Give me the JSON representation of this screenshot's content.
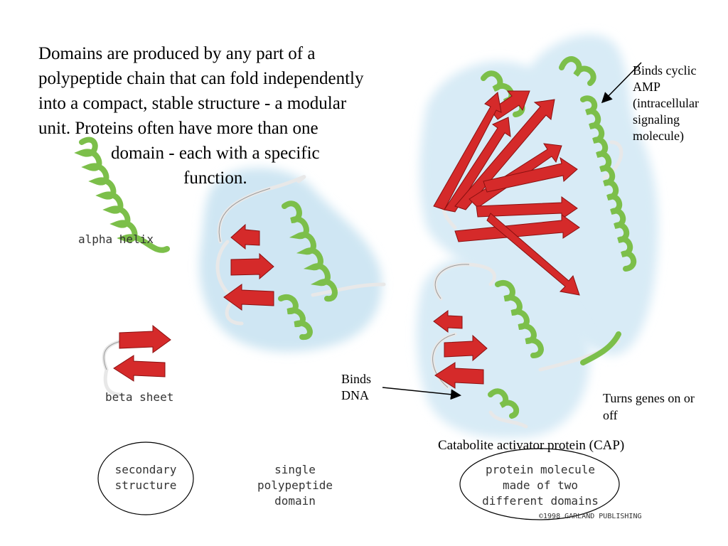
{
  "intro": {
    "line1": "Domains are produced by any part of a",
    "line2": "polypeptide chain that can fold independently",
    "line3": "into a compact, stable structure - a modular",
    "line4": "unit.  Proteins often have more than one",
    "line5": "domain - each with a specific",
    "line6": "function."
  },
  "labels": {
    "alpha_helix": "alpha helix",
    "beta_sheet": "beta sheet",
    "binds_camp": [
      "Binds cyclic",
      "AMP",
      "(intracellular",
      "signaling",
      "molecule)"
    ],
    "binds_dna": [
      "Binds",
      "DNA"
    ],
    "turns_genes": [
      "Turns genes on or",
      "off"
    ],
    "cap_title": "Catabolite activator protein (CAP)",
    "copyright": "©1998 GARLAND PUBLISHING"
  },
  "captions": {
    "secondary": [
      "secondary",
      "structure"
    ],
    "single": [
      "single",
      "polypeptide",
      "domain"
    ],
    "protein": [
      "protein molecule",
      "made of two",
      "different domains"
    ]
  },
  "colors": {
    "helix_green": "#7cbf4a",
    "strand_red": "#d52a2a",
    "halo_blue": "#cfe6f3"
  }
}
